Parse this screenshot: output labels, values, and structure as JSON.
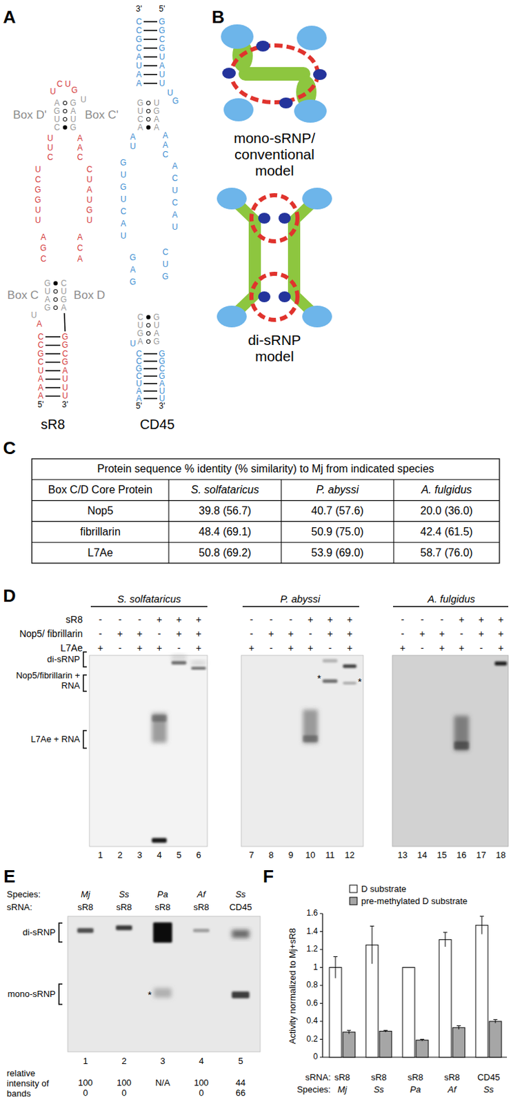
{
  "diagram": {
    "labels": [
      "A",
      "B",
      "C",
      "D",
      "E",
      "F",
      "CCGCUAAA",
      "GGCGAUUU",
      "5'",
      "3'",
      "U",
      "A",
      "GUAG",
      "CUGA",
      "Box C",
      "Box D",
      "UUC",
      "UCGGUU",
      "AGC",
      "AAC",
      "CUAUGU",
      "ACA",
      "AGUC",
      "GAUG",
      "Box D'",
      "Box C'",
      "U",
      "U",
      "C",
      "U",
      "G",
      "sR8",
      "3'",
      "5'",
      "CCGCAUAA",
      "GGCGUAUU",
      "U",
      "G",
      "GUCA",
      "UGAA",
      "AU",
      "GUGUCAU",
      "GAG",
      "AAC",
      "ACUCAU",
      "CUG",
      "CUGA",
      "GUAG",
      "U",
      "CCGCUAA",
      "GGCGAUU",
      "5'",
      "3'",
      "CD45",
      "mono-sRNP/ conventional model",
      "di-sRNP model",
      "Protein sequence % identity (% similarity) to Mj from indicated species",
      "Box C/D Core Protein",
      "S. solfataricus",
      "P. abyssi",
      "A. fulgidus",
      "Nop5",
      "39.8 (56.7)",
      "40.7 (57.6)",
      "20.0 (36.0)",
      "fibrillarin",
      "48.4 (69.1)",
      "50.9 (75.0)",
      "42.4 (61.5)",
      "L7Ae",
      "50.8 (69.2)",
      "53.9 (69.0)",
      "58.7 (76.0)",
      "S. solfataricus",
      "P. abyssi",
      "A. fulgidus",
      "sR8",
      "Nop5/ fibrillarin",
      "L7Ae",
      "-",
      "-",
      "-",
      "+",
      "+",
      "+",
      "-",
      "+",
      "+",
      "-",
      "+",
      "+",
      "+",
      "-",
      "+",
      "+",
      "-",
      "+",
      "-",
      "-",
      "-",
      "+",
      "+",
      "+",
      "-",
      "+",
      "+",
      "-",
      "+",
      "+",
      "+",
      "-",
      "+",
      "+",
      "-",
      "+",
      "-",
      "-",
      "-",
      "+",
      "+",
      "+",
      "-",
      "+",
      "+",
      "-",
      "+",
      "+",
      "+",
      "-",
      "+",
      "+",
      "-",
      "+",
      "di-sRNP",
      "Nop5/fibrillarin + RNA",
      "L7Ae + RNA",
      "*",
      "*",
      "1",
      "2",
      "3",
      "4",
      "5",
      "6",
      "7",
      "8",
      "9",
      "10",
      "11",
      "12",
      "13",
      "14",
      "15",
      "16",
      "17",
      "18",
      "Species:",
      "Mj",
      "Ss",
      "Pa",
      "Af",
      "Ss",
      "sRNA:",
      "sR8",
      "sR8",
      "sR8",
      "sR8",
      "CD45",
      "di-sRNP",
      "mono-sRNP",
      "*",
      "1",
      "2",
      "3",
      "4",
      "5",
      "relative intensity of bands",
      "100",
      "100",
      "N/A",
      "100",
      "44",
      "0",
      "0",
      "0",
      "66",
      "0",
      "0.2",
      "0.4",
      "0.6",
      "0.8",
      "1",
      "1.2",
      "1.4",
      "1.6",
      "Activity normalized to Mj+sR8",
      "sRNA:",
      "sR8",
      "sR8",
      "sR8",
      "sR8",
      "CD45",
      "Species:",
      "Mj",
      "Ss",
      "Pa",
      "Af",
      "Ss"
    ],
    "legend": [
      {
        "text": "D substrate",
        "color": "#ffffff"
      },
      {
        "text": "pre-methylated D substrate",
        "color": "#a6a6a6"
      }
    ]
  }
}
